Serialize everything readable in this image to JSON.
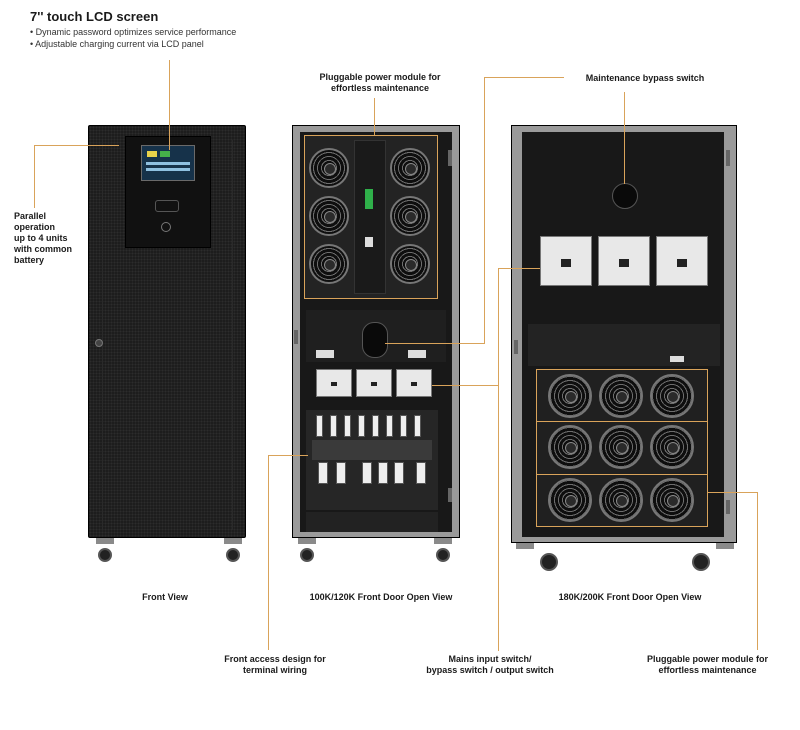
{
  "lcd": {
    "title": "7'' touch LCD screen",
    "bullets": [
      "• Dynamic password optimizes service performance",
      "• Adjustable charging current via LCD panel"
    ]
  },
  "callouts": {
    "parallel": [
      "Parallel",
      "operation",
      "up to 4 units",
      "with common",
      "battery"
    ],
    "pluggable_top": [
      "Pluggable power module for",
      "effortless maintenance"
    ],
    "bypass_switch": "Maintenance bypass switch",
    "front_access": [
      "Front access design for",
      "terminal wiring"
    ],
    "mains_switch": [
      "Mains input switch/",
      "bypass switch / output switch"
    ],
    "pluggable_bottom": [
      "Pluggable power module for",
      "effortless maintenance"
    ]
  },
  "views": {
    "front": "Front  View",
    "v100": "100K/120K Front Door Open View",
    "v180": "180K/200K Front Door Open View"
  },
  "colors": {
    "accent": "#d9a35a",
    "cabinet": "#1d1d1d"
  }
}
